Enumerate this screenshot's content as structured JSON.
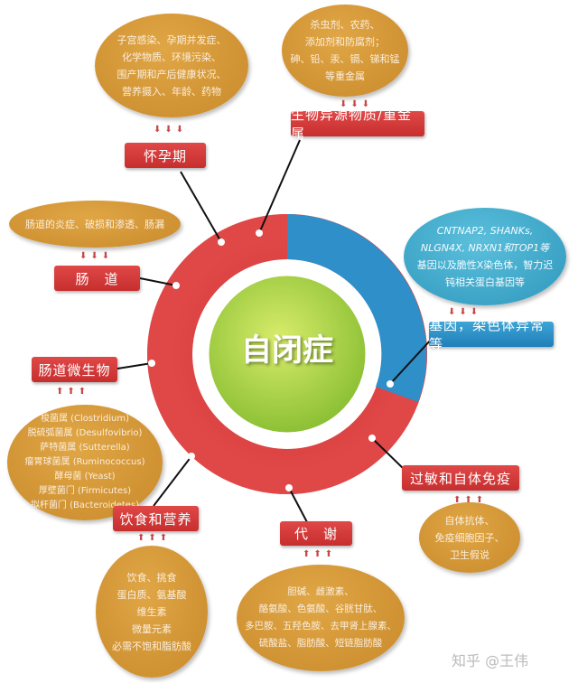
{
  "center": {
    "label": "自闭症",
    "ring_color": "#d63b3b",
    "segment_color": "#2e8fc9",
    "core_color": "#9cc93a"
  },
  "nodes": {
    "pregnancy": {
      "label": "怀孕期",
      "details": [
        "子宫感染、孕期并发症、",
        "化学物质、环境污染、",
        "围产期和产后健康状况、",
        "营养摄入、年龄、药物"
      ]
    },
    "xenobiotics": {
      "label": "生物异源物质/重金属",
      "details": [
        "杀虫剂、农药、",
        "添加剂和防腐剂；",
        "砷、铅、汞、镉、锑和锰",
        "等重金属"
      ]
    },
    "gut": {
      "label": "肠　道",
      "details": [
        "肠道的炎症、破损和渗透、肠漏"
      ]
    },
    "genes": {
      "label": "基因，染色体异常等",
      "details": [
        "CNTNAP2, SHANKs,",
        "NLGN4X, NRXN1和TOP1等",
        "基因以及脆性X染色体，智力迟",
        "钝相关蛋白基因等"
      ]
    },
    "microbiota": {
      "label": "肠道微生物",
      "details": [
        "梭菌属 (Clostridium)",
        "脱硫弧菌属 (Desulfovibrio)",
        "萨特菌属 (Sutterella)",
        "瘤胃球菌属 (Ruminococcus)",
        "酵母菌 (Yeast)",
        "厚壁菌门 (Firmicutes)",
        "拟杆菌门 (Bacteroidetes)"
      ]
    },
    "immune": {
      "label": "过敏和自体免疫",
      "details": [
        "自体抗体、",
        "免疫细胞因子、",
        "卫生假说"
      ]
    },
    "diet": {
      "label": "饮食和营养",
      "details": [
        "饮食、挑食",
        "蛋白质、氨基酸",
        "维生素",
        "微量元素",
        "必需不饱和脂肪酸"
      ]
    },
    "metabolism": {
      "label": "代　谢",
      "details": [
        "胆碱、雌激素、",
        "酪氨酸、色氨酸、谷胱甘肽、",
        "多巴胺、五羟色胺、去甲肾上腺素、",
        "硫酸盐、脂肪酸、短链脂肪酸"
      ]
    }
  },
  "arrow_glyph": "⬇⬇⬇",
  "arrow_up_glyph": "⬆⬆⬆",
  "watermark": "知乎 @王伟"
}
